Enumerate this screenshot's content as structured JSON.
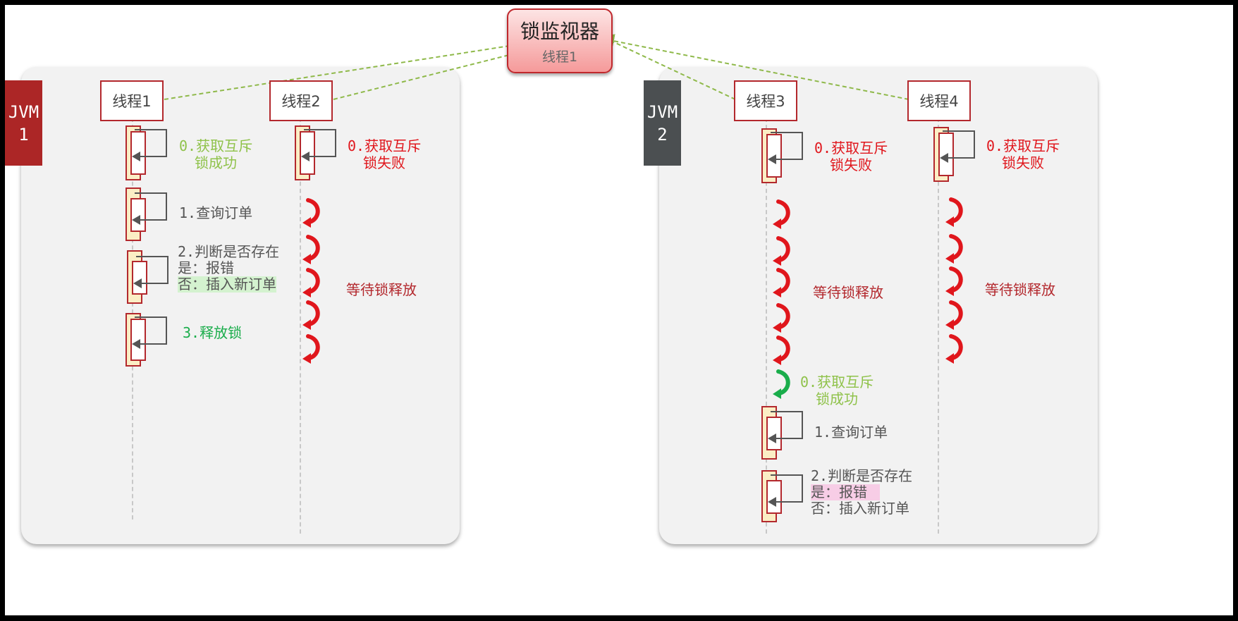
{
  "monitor": {
    "title": "锁监视器",
    "subtitle": "线程1"
  },
  "jvm1": {
    "tag_line1": "JVM",
    "tag_line2": "1",
    "thread1": {
      "name": "线程1",
      "step0_line1": "0.获取互斥",
      "step0_line2": "锁成功",
      "step1": "1.查询订单",
      "step2_line1": "2.判断是否存在",
      "step2_line2": "是：报错",
      "step2_line3": "否：插入新订单",
      "step3": "3.释放锁"
    },
    "thread2": {
      "name": "线程2",
      "step0_line1": "0.获取互斥",
      "step0_line2": "锁失败",
      "wait": "等待锁释放"
    }
  },
  "jvm2": {
    "tag_line1": "JVM",
    "tag_line2": "2",
    "thread3": {
      "name": "线程3",
      "step0_line1": "0.获取互斥",
      "step0_line2": "锁失败",
      "wait": "等待锁释放",
      "retry_line1": "0.获取互斥",
      "retry_line2": "锁成功",
      "step1": "1.查询订单",
      "step2_line1": "2.判断是否存在",
      "step2_line2": "是：报错",
      "step2_line3": "否：插入新订单"
    },
    "thread4": {
      "name": "线程4",
      "step0_line1": "0.获取互斥",
      "step0_line2": "锁失败",
      "wait": "等待锁释放"
    }
  },
  "colors": {
    "jvm1_tag": "#ac2626",
    "jvm2_tag": "#4b4f51",
    "fail_text": "#e0161c",
    "success_text": "#8fc24a",
    "release_text": "#1aad4b",
    "connector": "#8fb94a",
    "wait_arrow": "#e0161c",
    "acquired_arrow": "#1aad4b"
  }
}
